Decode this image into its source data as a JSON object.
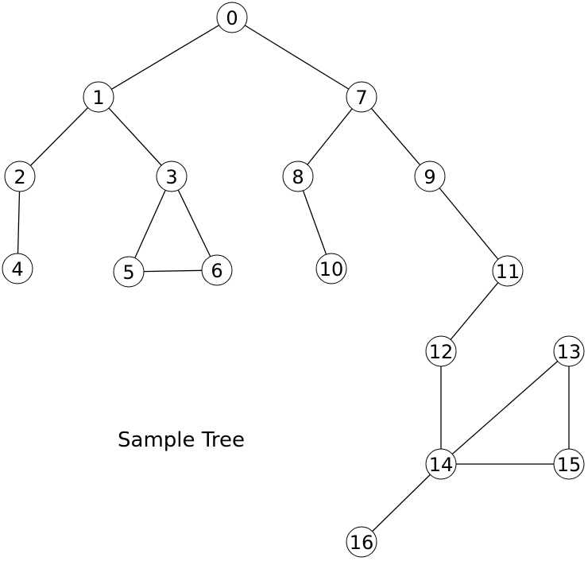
{
  "diagram": {
    "caption": "Sample Tree",
    "nodes": [
      "0",
      "1",
      "2",
      "3",
      "4",
      "5",
      "6",
      "7",
      "8",
      "9",
      "10",
      "11",
      "12",
      "13",
      "14",
      "15",
      "16"
    ],
    "edges": [
      [
        0,
        1
      ],
      [
        0,
        7
      ],
      [
        1,
        2
      ],
      [
        1,
        3
      ],
      [
        2,
        4
      ],
      [
        3,
        5
      ],
      [
        3,
        6
      ],
      [
        5,
        6
      ],
      [
        7,
        8
      ],
      [
        7,
        9
      ],
      [
        8,
        10
      ],
      [
        9,
        11
      ],
      [
        11,
        12
      ],
      [
        12,
        14
      ],
      [
        13,
        14
      ],
      [
        13,
        15
      ],
      [
        14,
        15
      ],
      [
        14,
        16
      ]
    ],
    "colors": {
      "stroke": "#000000",
      "fill": "#ffffff"
    }
  }
}
